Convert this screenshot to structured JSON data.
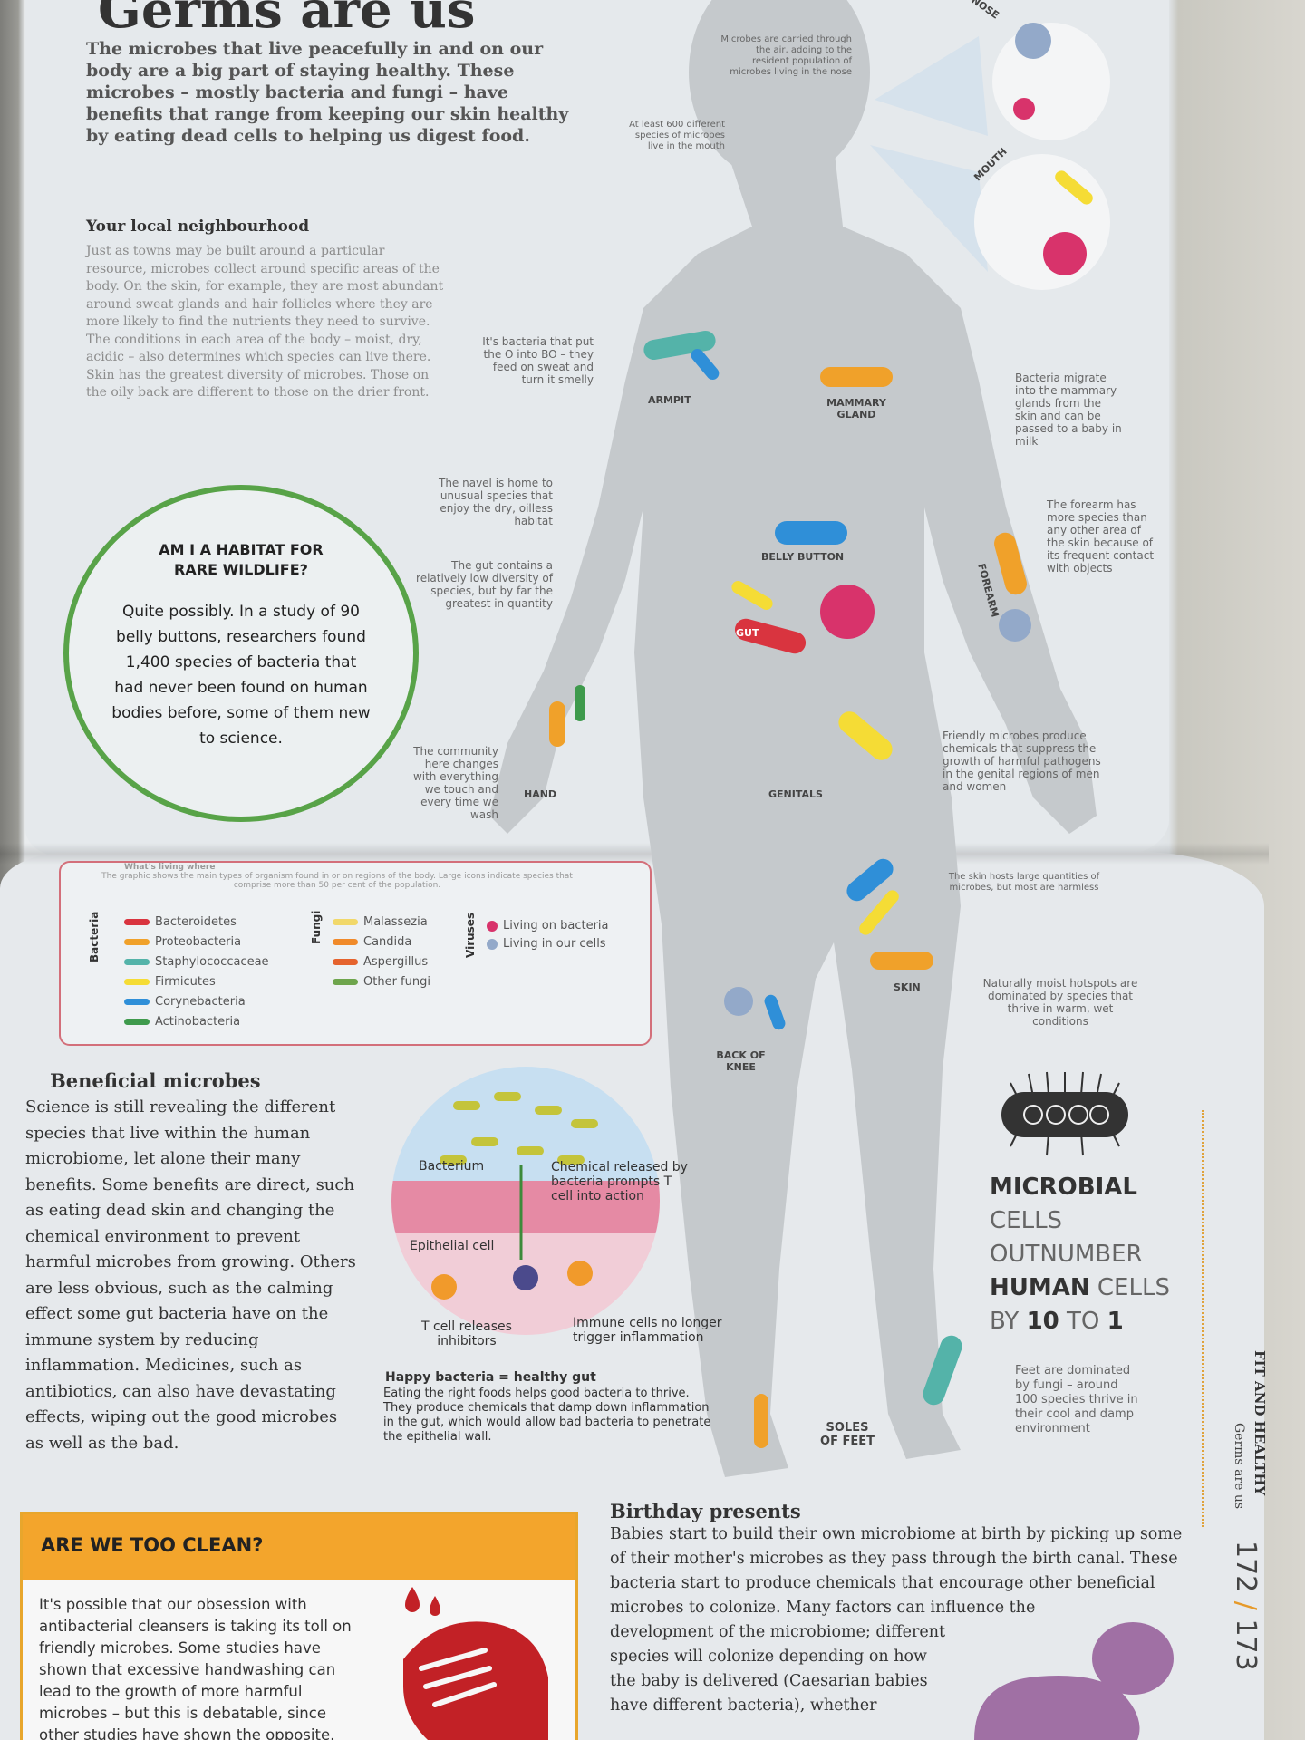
{
  "title": "Germs are us",
  "intro": "The microbes that live peacefully in and on our body are a big part of staying healthy. These microbes – mostly bacteria and fungi – have benefits that range from keeping our skin healthy by eating dead cells to helping us digest food.",
  "neighbourhood": {
    "heading": "Your local neighbourhood",
    "text": "Just as towns may be built around a particular resource, microbes collect around specific areas of the body. On the skin, for example, they are most abundant around sweat glands and hair follicles where they are more likely to find the nutrients they need to survive. The conditions in each area of the body – moist, dry, acidic – also determines which species can live there. Skin has the greatest diversity of microbes. Those on the oily back are different to those on the drier front."
  },
  "habitat": {
    "heading": "AM I A HABITAT FOR RARE WILDLIFE?",
    "text": "Quite possibly. In a study of 90 belly buttons, researchers found 1,400 species of bacteria that had never been found on human bodies before, some of them new to science."
  },
  "callouts": {
    "nose_text": "Microbes are carried through the air, adding to the resident population of microbes living in the nose",
    "mouth_text": "At least 600 different species of microbes live in the mouth",
    "armpit_text": "It's bacteria that put the O into BO – they feed on sweat and turn it smelly",
    "mammary_text": "Bacteria migrate into the mammary glands from the skin and can be passed to a baby in milk",
    "navel_text": "The navel is home to unusual species that enjoy the dry, oilless habitat",
    "gut_text": "The gut contains a relatively low diversity of species, but by far the greatest in quantity",
    "forearm_text": "The forearm has more species than any other area of the skin because of its frequent contact with objects",
    "hand_text": "The community here changes with everything we touch and every time we wash",
    "genitals_text": "Friendly microbes produce chemicals that suppress the growth of harmful pathogens in the genital regions of men and women",
    "skin_text": "The skin hosts large quantities of microbes, but most are harmless",
    "knee_text": "Naturally moist hotspots are dominated by species that thrive in warm, wet conditions",
    "feet_text": "Feet are dominated by fungi – around 100 species thrive in their cool and damp environment"
  },
  "labels": {
    "nose": "NOSE",
    "mouth": "MOUTH",
    "armpit": "ARMPIT",
    "mammary": "MAMMARY GLAND",
    "belly": "BELLY BUTTON",
    "gut": "GUT",
    "forearm": "FOREARM",
    "hand": "HAND",
    "genitals": "GENITALS",
    "skin": "SKIN",
    "knee": "BACK OF KNEE",
    "feet": "SOLES OF FEET"
  },
  "legend": {
    "heading": "What's living where",
    "text": "The graphic shows the main types of organism found in or on regions of the body. Large icons indicate species that comprise more than 50 per cent of the population.",
    "bacteria_label": "Bacteria",
    "fungi_label": "Fungi",
    "viruses_label": "Viruses",
    "bacteria": [
      {
        "name": "Bacteroidetes",
        "color": "#d9343f"
      },
      {
        "name": "Proteobacteria",
        "color": "#f0a12a"
      },
      {
        "name": "Staphylococcaceae",
        "color": "#54b3a9"
      },
      {
        "name": "Firmicutes",
        "color": "#f5dc35"
      },
      {
        "name": "Corynebacteria",
        "color": "#2f8fd8"
      },
      {
        "name": "Actinobacteria",
        "color": "#3e9a4c"
      }
    ],
    "fungi": [
      {
        "name": "Malassezia",
        "color": "#f1d86a"
      },
      {
        "name": "Candida",
        "color": "#f08a2a"
      },
      {
        "name": "Aspergillus",
        "color": "#e5632d"
      },
      {
        "name": "Other fungi",
        "color": "#6ea54c"
      }
    ],
    "viruses": [
      {
        "name": "Living on bacteria",
        "color": "#d8336b"
      },
      {
        "name": "Living in our cells",
        "color": "#93a9c9"
      }
    ]
  },
  "beneficial": {
    "heading": "Beneficial microbes",
    "text": "Science is still revealing the different species that live within the human microbiome, let alone their many benefits. Some benefits are direct, such as eating dead skin and changing the chemical environment to prevent harmful microbes from growing. Others are less obvious, such as the calming effect some gut bacteria have on the immune system by reducing inflammation. Medicines, such as antibiotics, can also have devastating effects, wiping out the good microbes as well as the bad."
  },
  "diagram": {
    "bacterium": "Bacterium",
    "chemical": "Chemical released by bacteria prompts T cell into action",
    "epithelial": "Epithelial cell",
    "tcell": "T cell releases inhibitors",
    "immune": "Immune cells no longer trigger inflammation",
    "happy_heading": "Happy bacteria = healthy gut",
    "happy_text": "Eating the right foods helps good bacteria to thrive. They produce chemicals that damp down inflammation in the gut, which would allow bad bacteria to penetrate the epithelial wall."
  },
  "stat": {
    "l1": "MICROBIAL",
    "l2": "CELLS",
    "l3": "OUTNUMBER",
    "l4a": "HUMAN",
    "l4b": " CELLS",
    "l5a": "BY ",
    "l5b": "10",
    "l5c": " TO ",
    "l5d": "1"
  },
  "clean": {
    "heading": "ARE WE TOO CLEAN?",
    "text": "It's possible that our obsession with antibacterial cleansers is taking its toll on friendly microbes. Some studies have shown that excessive handwashing can lead to the growth of more harmful microbes – but this is debatable, since other studies have shown the opposite."
  },
  "birthday": {
    "heading": "Birthday presents",
    "text1": "Babies start to build their own microbiome at birth by picking up some of their mother's microbes as they pass through the birth canal. These bacteria start to produce chemicals that encourage other beneficial microbes to colonize. Many factors can influence the",
    "text2": "development of the microbiome; different species will colonize depending on how the baby is delivered (Caesarian babies have different bacteria), whether"
  },
  "side": {
    "section": "FIT AND HEALTHY",
    "chapter": "Germs are us",
    "page_a": "172",
    "slash": " / ",
    "page_b": "173"
  }
}
